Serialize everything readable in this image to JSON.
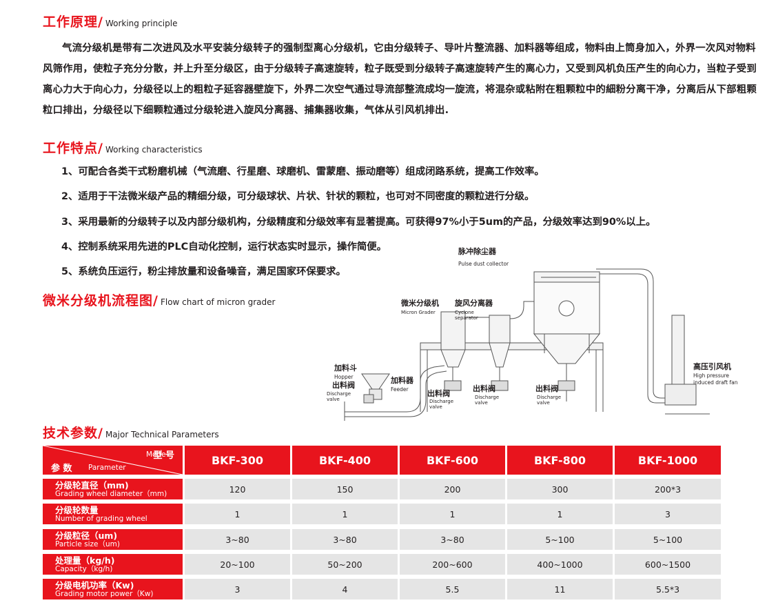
{
  "principle": {
    "title_cn": "工作原理/",
    "title_en": "Working principle",
    "text": "气流分级机是带有二次进风及水平安装分级转子的强制型离心分级机，它由分级转子、导叶片整流器、加料器等组成，物料由上筒身加入，外界一次风对物料风筛作用，使粒子充分分散，并上升至分级区，由于分级转子高速旋转，粒子既受到分级转子高速旋转产生的离心力，又受到风机负压产生的向心力，当粒子受到离心力大于向心力，分级径以上的粗粒子延容器壁旋下，外界二次空气通过导流部整流成均一旋流，将混杂或粘附在粗颗粒中的細粉分离干净，分离后从下部粗颗粒口排出，分级径以下细颗粒通过分级轮进入旋风分离器、捕集器收集，气体从引风机排出."
  },
  "features": {
    "title_cn": "工作特点/",
    "title_en": "Working characteristics",
    "items": [
      "1、可配合各类干式粉磨机械（气流磨、行星磨、球磨机、雷蒙磨、振动磨等）组成闭路系统，提高工作效率。",
      "2、适用于干法微米级产品的精细分级，可分级球状、片状、针状的颗粒，也可对不同密度的颗粒进行分级。",
      "3、采用最新的分级转子以及内部分级机构，分级精度和分级效率有显著提高。可获得97%小于5um的产品，分级效率达到90%以上。",
      "4、控制系统采用先进的PLC自动化控制，运行状态实时显示，操作简便。",
      "5、系统负压运行，粉尘排放量和设备噪音，满足国家环保要求。"
    ]
  },
  "flow": {
    "title_cn": "微米分级机流程图/",
    "title_en": "Flow chart of micron grader",
    "labels": {
      "pulse_cn": "脉冲除尘器",
      "pulse_en": "Pulse dust collector",
      "grader_cn": "微米分级机",
      "grader_en": "Micron Grader",
      "cyclone_cn": "旋风分离器",
      "cyclone_en1": "Cyclone",
      "cyclone_en2": "separator",
      "hopper_cn": "加料斗",
      "hopper_en": "Hopper",
      "valve1_cn": "出料阀",
      "valve1_en1": "Discharge",
      "valve1_en2": "valve",
      "feeder_cn": "加料器",
      "feeder_en": "Feeder",
      "valve2_cn": "出料阀",
      "valve2_en1": "Discharge",
      "valve2_en2": "valve",
      "valve3_cn": "出料阀",
      "valve3_en1": "Discharge",
      "valve3_en2": "valve",
      "valve4_cn": "出料阀",
      "valve4_en1": "Discharge",
      "valve4_en2": "valve",
      "fan_cn": "高压引风机",
      "fan_en1": "High pressure",
      "fan_en2": "induced draft fan"
    }
  },
  "params": {
    "title_cn": "技术参数/",
    "title_en": "Major Technical Parameters",
    "header": {
      "model_cn": "型 号",
      "model_en": "Mode",
      "param_cn": "参 数",
      "param_en": "Parameter",
      "models": [
        "BKF-300",
        "BKF-400",
        "BKF-600",
        "BKF-800",
        "BKF-1000"
      ]
    },
    "rows": [
      {
        "cn": "分级轮直径（mm)",
        "en": "Grading wheel diameter（mm)",
        "values": [
          "120",
          "150",
          "200",
          "300",
          "200*3"
        ]
      },
      {
        "cn": "分级轮数量",
        "en": "Number of grading wheel",
        "values": [
          "1",
          "1",
          "1",
          "1",
          "3"
        ]
      },
      {
        "cn": "分级粒径（um)",
        "en": "Particle size（um)",
        "values": [
          "3~80",
          "3~80",
          "3~80",
          "5~100",
          "5~100"
        ]
      },
      {
        "cn": "处理量（kg/h)",
        "en": "Capacity（kg/h)",
        "values": [
          "20~100",
          "50~200",
          "200~600",
          "400~1000",
          "600~1500"
        ]
      },
      {
        "cn": "分级电机功率（Kw)",
        "en": "Grading motor power（Kw)",
        "values": [
          "3",
          "4",
          "5.5",
          "11",
          "5.5*3"
        ]
      }
    ]
  }
}
